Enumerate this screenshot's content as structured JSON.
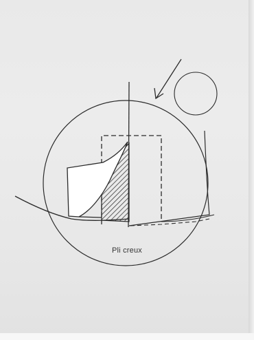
{
  "diagram": {
    "caption": "Pli creux",
    "colors": {
      "paper": "#ebebeb",
      "ink": "#2a2a2a",
      "hatch": "#3a3a3a"
    },
    "elements": [
      "magnifier-circle",
      "small-circle",
      "arrow",
      "fold-line",
      "hidden-fold-dashed",
      "hatched-inner-fold",
      "front-panel",
      "back-flap"
    ]
  }
}
